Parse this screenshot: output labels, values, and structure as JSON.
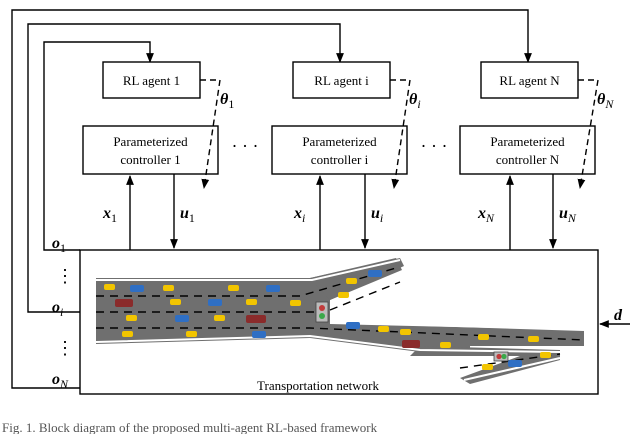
{
  "agents": [
    {
      "label": "RL agent 1",
      "theta": "θ",
      "theta_sub": "1"
    },
    {
      "label": "RL agent i",
      "theta": "θ",
      "theta_sub": "i"
    },
    {
      "label": "RL agent N",
      "theta": "θ",
      "theta_sub": "N"
    }
  ],
  "controllers": [
    {
      "line1": "Parameterized",
      "line2": "controller 1",
      "x": "x",
      "x_sub": "1",
      "u": "u",
      "u_sub": "1"
    },
    {
      "line1": "Parameterized",
      "line2": "controller i",
      "x": "x",
      "x_sub": "i",
      "u": "u",
      "u_sub": "i"
    },
    {
      "line1": "Parameterized",
      "line2": "controller N",
      "x": "x",
      "x_sub": "N",
      "u": "u",
      "u_sub": "N"
    }
  ],
  "ellipsis": "· · ·",
  "vdots": "⋮",
  "observations": [
    {
      "symbol": "o",
      "sub": "1"
    },
    {
      "symbol": "o",
      "sub": "i"
    },
    {
      "symbol": "o",
      "sub": "N"
    }
  ],
  "disturbance": "d",
  "network_label": "Transportation network",
  "caption": "Fig. 1. Block diagram of the proposed multi-agent RL-based framework",
  "colors": {
    "road": "#6f6f6f",
    "car_yellow": "#f2c500",
    "car_blue": "#2f6fc4",
    "car_red": "#8a2b2b",
    "signal": "#3aa84a"
  }
}
